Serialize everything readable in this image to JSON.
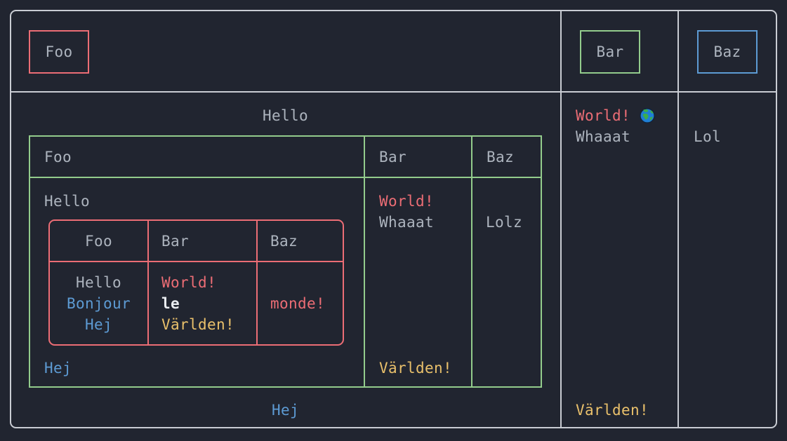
{
  "palette": {
    "background": "#212530",
    "outer_border": "#c9ccd3",
    "text_default": "#adb4be",
    "red": "#ec6d75",
    "green": "#93cc8c",
    "blue": "#5d9bd4",
    "yellow": "#e9c06b",
    "bright_white": "#eaedf1"
  },
  "outer_table": {
    "header": {
      "foo_panel_label": "Foo",
      "bar_panel_label": "Bar",
      "baz_panel_label": "Baz"
    },
    "body": {
      "foo_cell": {
        "table_title": "Hello",
        "green_table": {
          "headers": {
            "foo": "Foo",
            "bar": "Bar",
            "baz": "Baz"
          },
          "foo_cell": {
            "line_top": "Hello",
            "red_table": {
              "headers": {
                "foo": "Foo",
                "bar": "Bar",
                "baz": "Baz"
              },
              "foo_cell": {
                "line1": "Hello",
                "line2": "Bonjour",
                "line3": "Hej"
              },
              "bar_cell": {
                "line1": "World!",
                "line2": "le",
                "line3": "Världen!"
              },
              "baz_cell": {
                "line1": "monde!"
              }
            },
            "line_bottom": "Hej"
          },
          "bar_cell": {
            "line1": "World!",
            "line2": "Whaaat",
            "bottom_line": "Världen!"
          },
          "baz_cell": {
            "line1": "Lolz"
          }
        },
        "table_caption": "Hej"
      },
      "bar_cell": {
        "line1": "World!",
        "globe_icon": "earth-globe-emoji",
        "line2": "Whaaat",
        "bottom_line": "Världen!"
      },
      "baz_cell": {
        "line1": "Lol"
      }
    }
  }
}
